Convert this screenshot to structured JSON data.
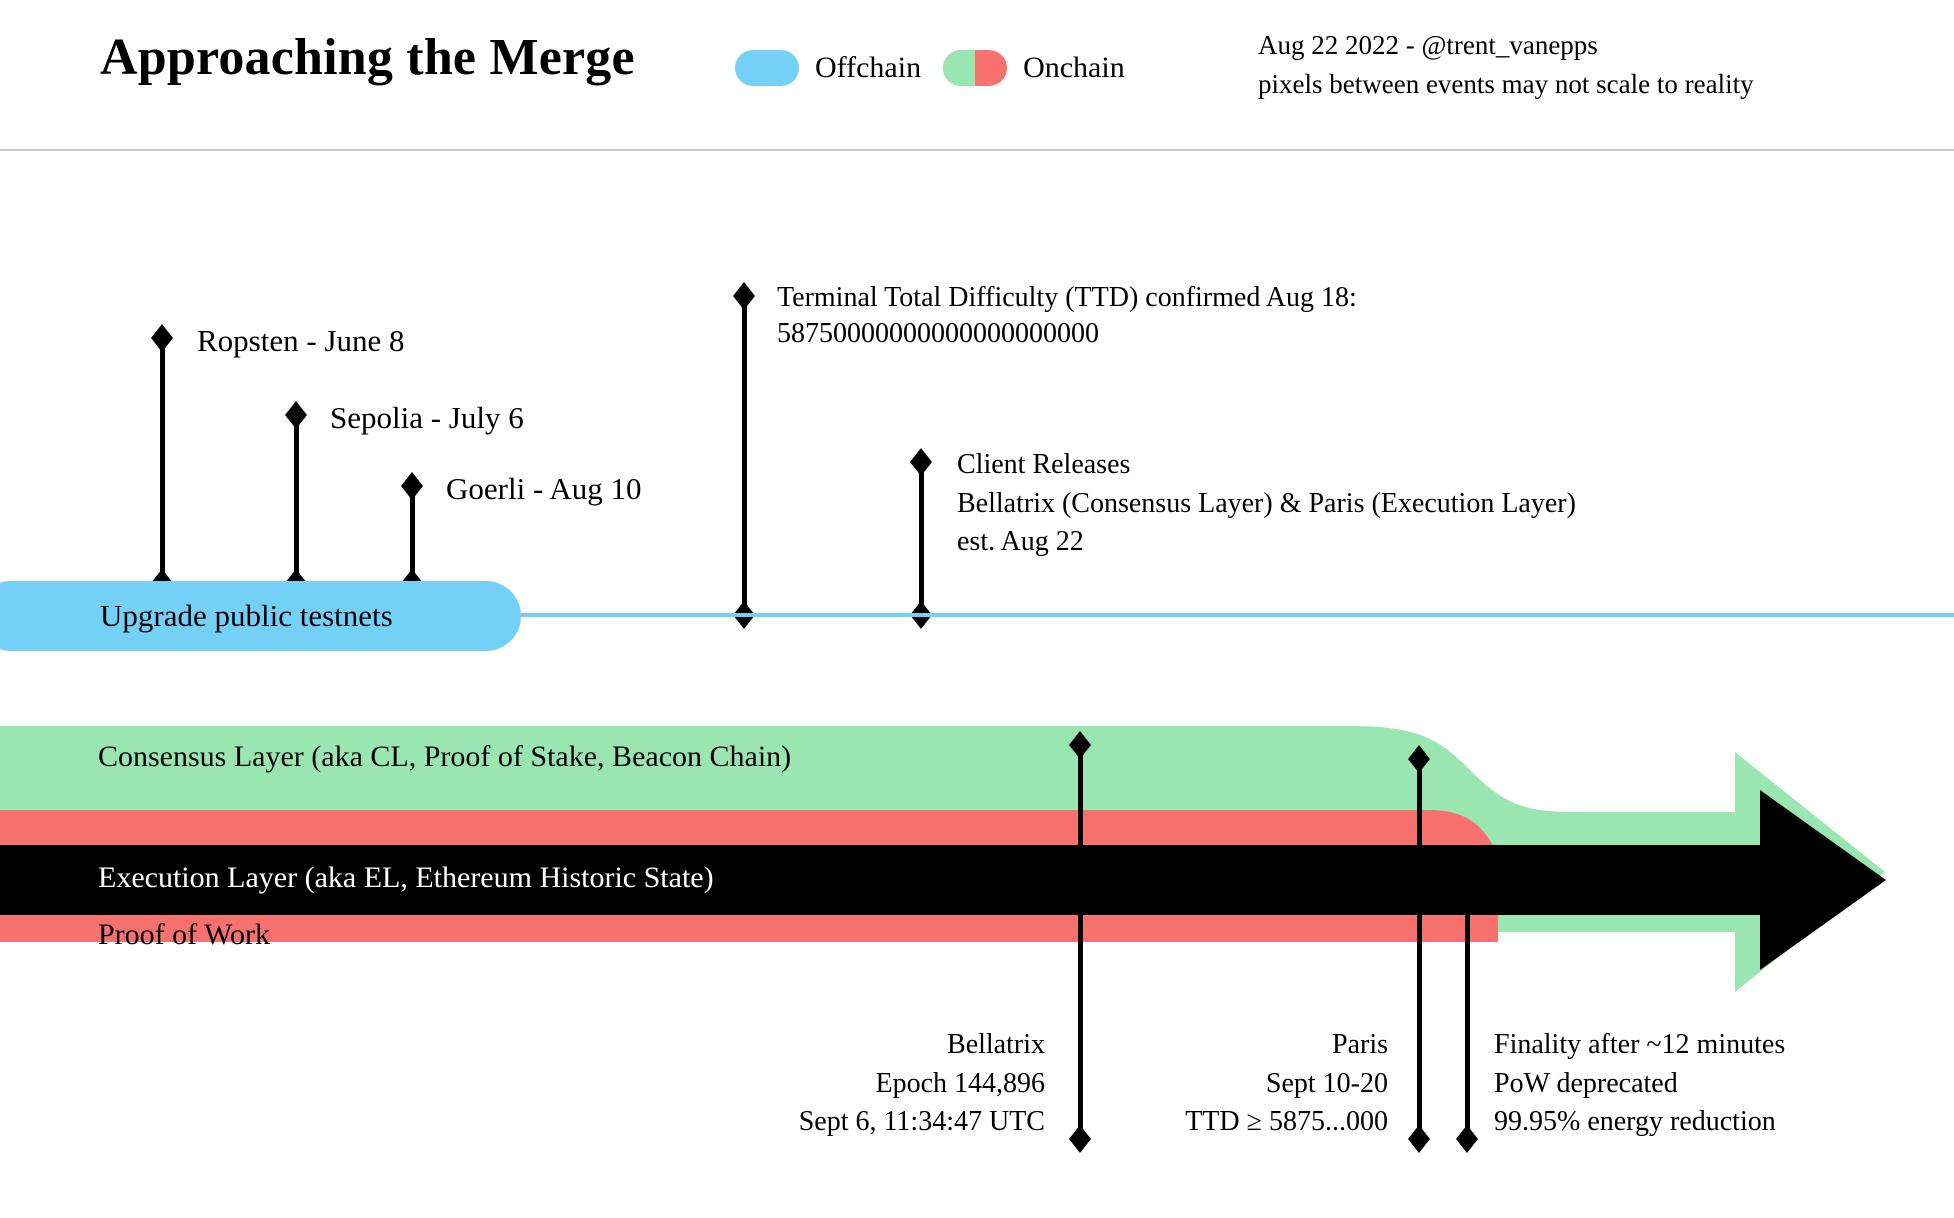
{
  "header": {
    "title": "Approaching the Merge",
    "legend": [
      {
        "key": "offchain",
        "label": "Offchain",
        "color": "#74d0f7"
      },
      {
        "key": "onchain",
        "label": "Onchain",
        "color_a": "#9ae6b0",
        "color_b": "#f7726f"
      }
    ],
    "attribution_line1": "Aug 22 2022 - @trent_vanepps",
    "attribution_line2": "pixels between events may not scale to reality"
  },
  "offchain": {
    "bar_label": "Upgrade public testnets",
    "markers": [
      {
        "name": "ropsten",
        "label": "Ropsten - June 8"
      },
      {
        "name": "sepolia",
        "label": "Sepolia - July 6"
      },
      {
        "name": "goerli",
        "label": "Goerli - Aug 10"
      }
    ],
    "ttd_note": {
      "line1": "Terminal Total Difficulty (TTD) confirmed Aug 18:",
      "line2": "58750000000000000000000"
    },
    "client_releases": {
      "line1": "Client Releases",
      "line2": "Bellatrix (Consensus Layer) & Paris (Execution Layer)",
      "line3": "est. Aug 22"
    }
  },
  "onchain": {
    "consensus_layer_label": "Consensus Layer (aka CL, Proof of Stake, Beacon Chain)",
    "execution_layer_label": "Execution Layer (aka EL, Ethereum Historic State)",
    "proof_of_work_label": "Proof of Work",
    "notes": [
      {
        "name": "bellatrix",
        "line1": "Bellatrix",
        "line2": "Epoch 144,896",
        "line3": "Sept 6, 11:34:47 UTC"
      },
      {
        "name": "paris",
        "line1": "Paris",
        "line2": "Sept 10-20",
        "line3": "TTD ≥ 5875...000"
      },
      {
        "name": "finality",
        "line1": "Finality after ~12 minutes",
        "line2": "PoW deprecated",
        "line3": "99.95% energy reduction"
      }
    ]
  },
  "colors": {
    "offchain_blue": "#74d0f7",
    "consensus_green": "#9ae6b0",
    "pow_red": "#f7726f",
    "execution_black": "#000000",
    "rule_gray": "#c9c9cf"
  }
}
